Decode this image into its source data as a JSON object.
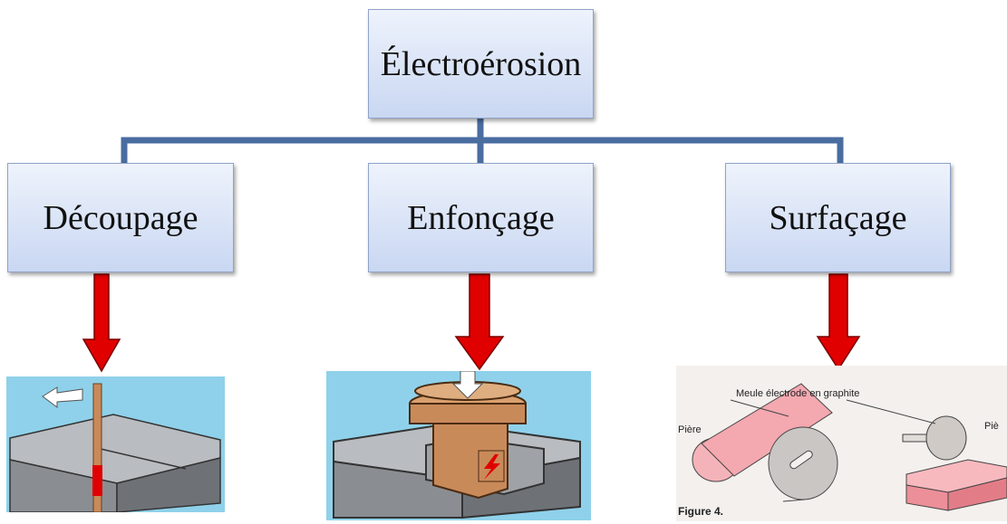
{
  "root": {
    "label": "Électroérosion"
  },
  "branches": [
    {
      "label": "Découpage"
    },
    {
      "label": "Enfonçage"
    },
    {
      "label": "Surfaçage"
    }
  ],
  "figure3": {
    "label_top": "Meule électrode en graphite",
    "label_left": "Pière",
    "label_right": "Piè",
    "caption": "Figure 4."
  },
  "colors": {
    "connector": "#4a6da0",
    "arrow": "#e00000",
    "box_top": "#eef3fc",
    "box_bottom": "#c9d7f2",
    "sky": "#8fd1ea"
  }
}
